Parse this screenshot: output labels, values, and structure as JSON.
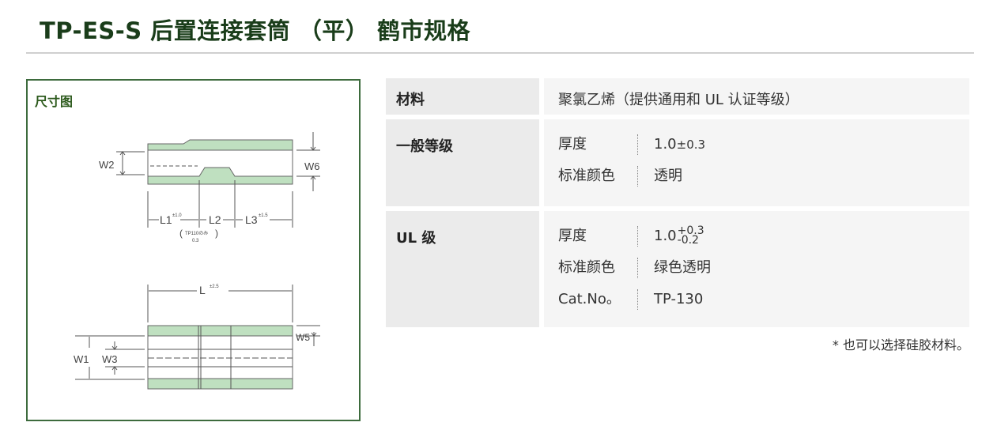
{
  "page": {
    "title": "TP-ES-S 后置连接套筒 （平） 鹤市规格"
  },
  "diagram": {
    "label": "尺寸图",
    "dims": {
      "w2": "W2",
      "w6": "W6",
      "l1": "L1",
      "l1_tol": "±1.0",
      "l2": "L2",
      "l3": "L3",
      "l3_tol": "±1.5",
      "tp110_note": "TP110のみ",
      "tp110_val": "0.3",
      "l": "L",
      "l_tol": "±2.5",
      "w5": "W5",
      "w1": "W1",
      "w3": "W3"
    }
  },
  "spec": {
    "material": {
      "label": "材料",
      "value": "聚氯乙烯（提供通用和 UL 认证等级）"
    },
    "general": {
      "label": "一般等级",
      "thickness": {
        "name": "厚度",
        "value": "1.0",
        "tolerance": "±0.3"
      },
      "color": {
        "name": "标准颜色",
        "value": "透明"
      }
    },
    "ul": {
      "label": "UL 级",
      "thickness": {
        "name": "厚度",
        "value": "1.0",
        "tol_upper": "+0.3",
        "tol_lower": "-0.2"
      },
      "color": {
        "name": "标准颜色",
        "value": "绿色透明"
      },
      "catno": {
        "name": "Cat.No。",
        "value": "TP-130"
      }
    }
  },
  "footnote": "* 也可以选择硅胶材料。",
  "colors": {
    "title": "#1a3d1a",
    "box_border": "#3d6b3d",
    "tube_fill": "#bfe0c0"
  }
}
